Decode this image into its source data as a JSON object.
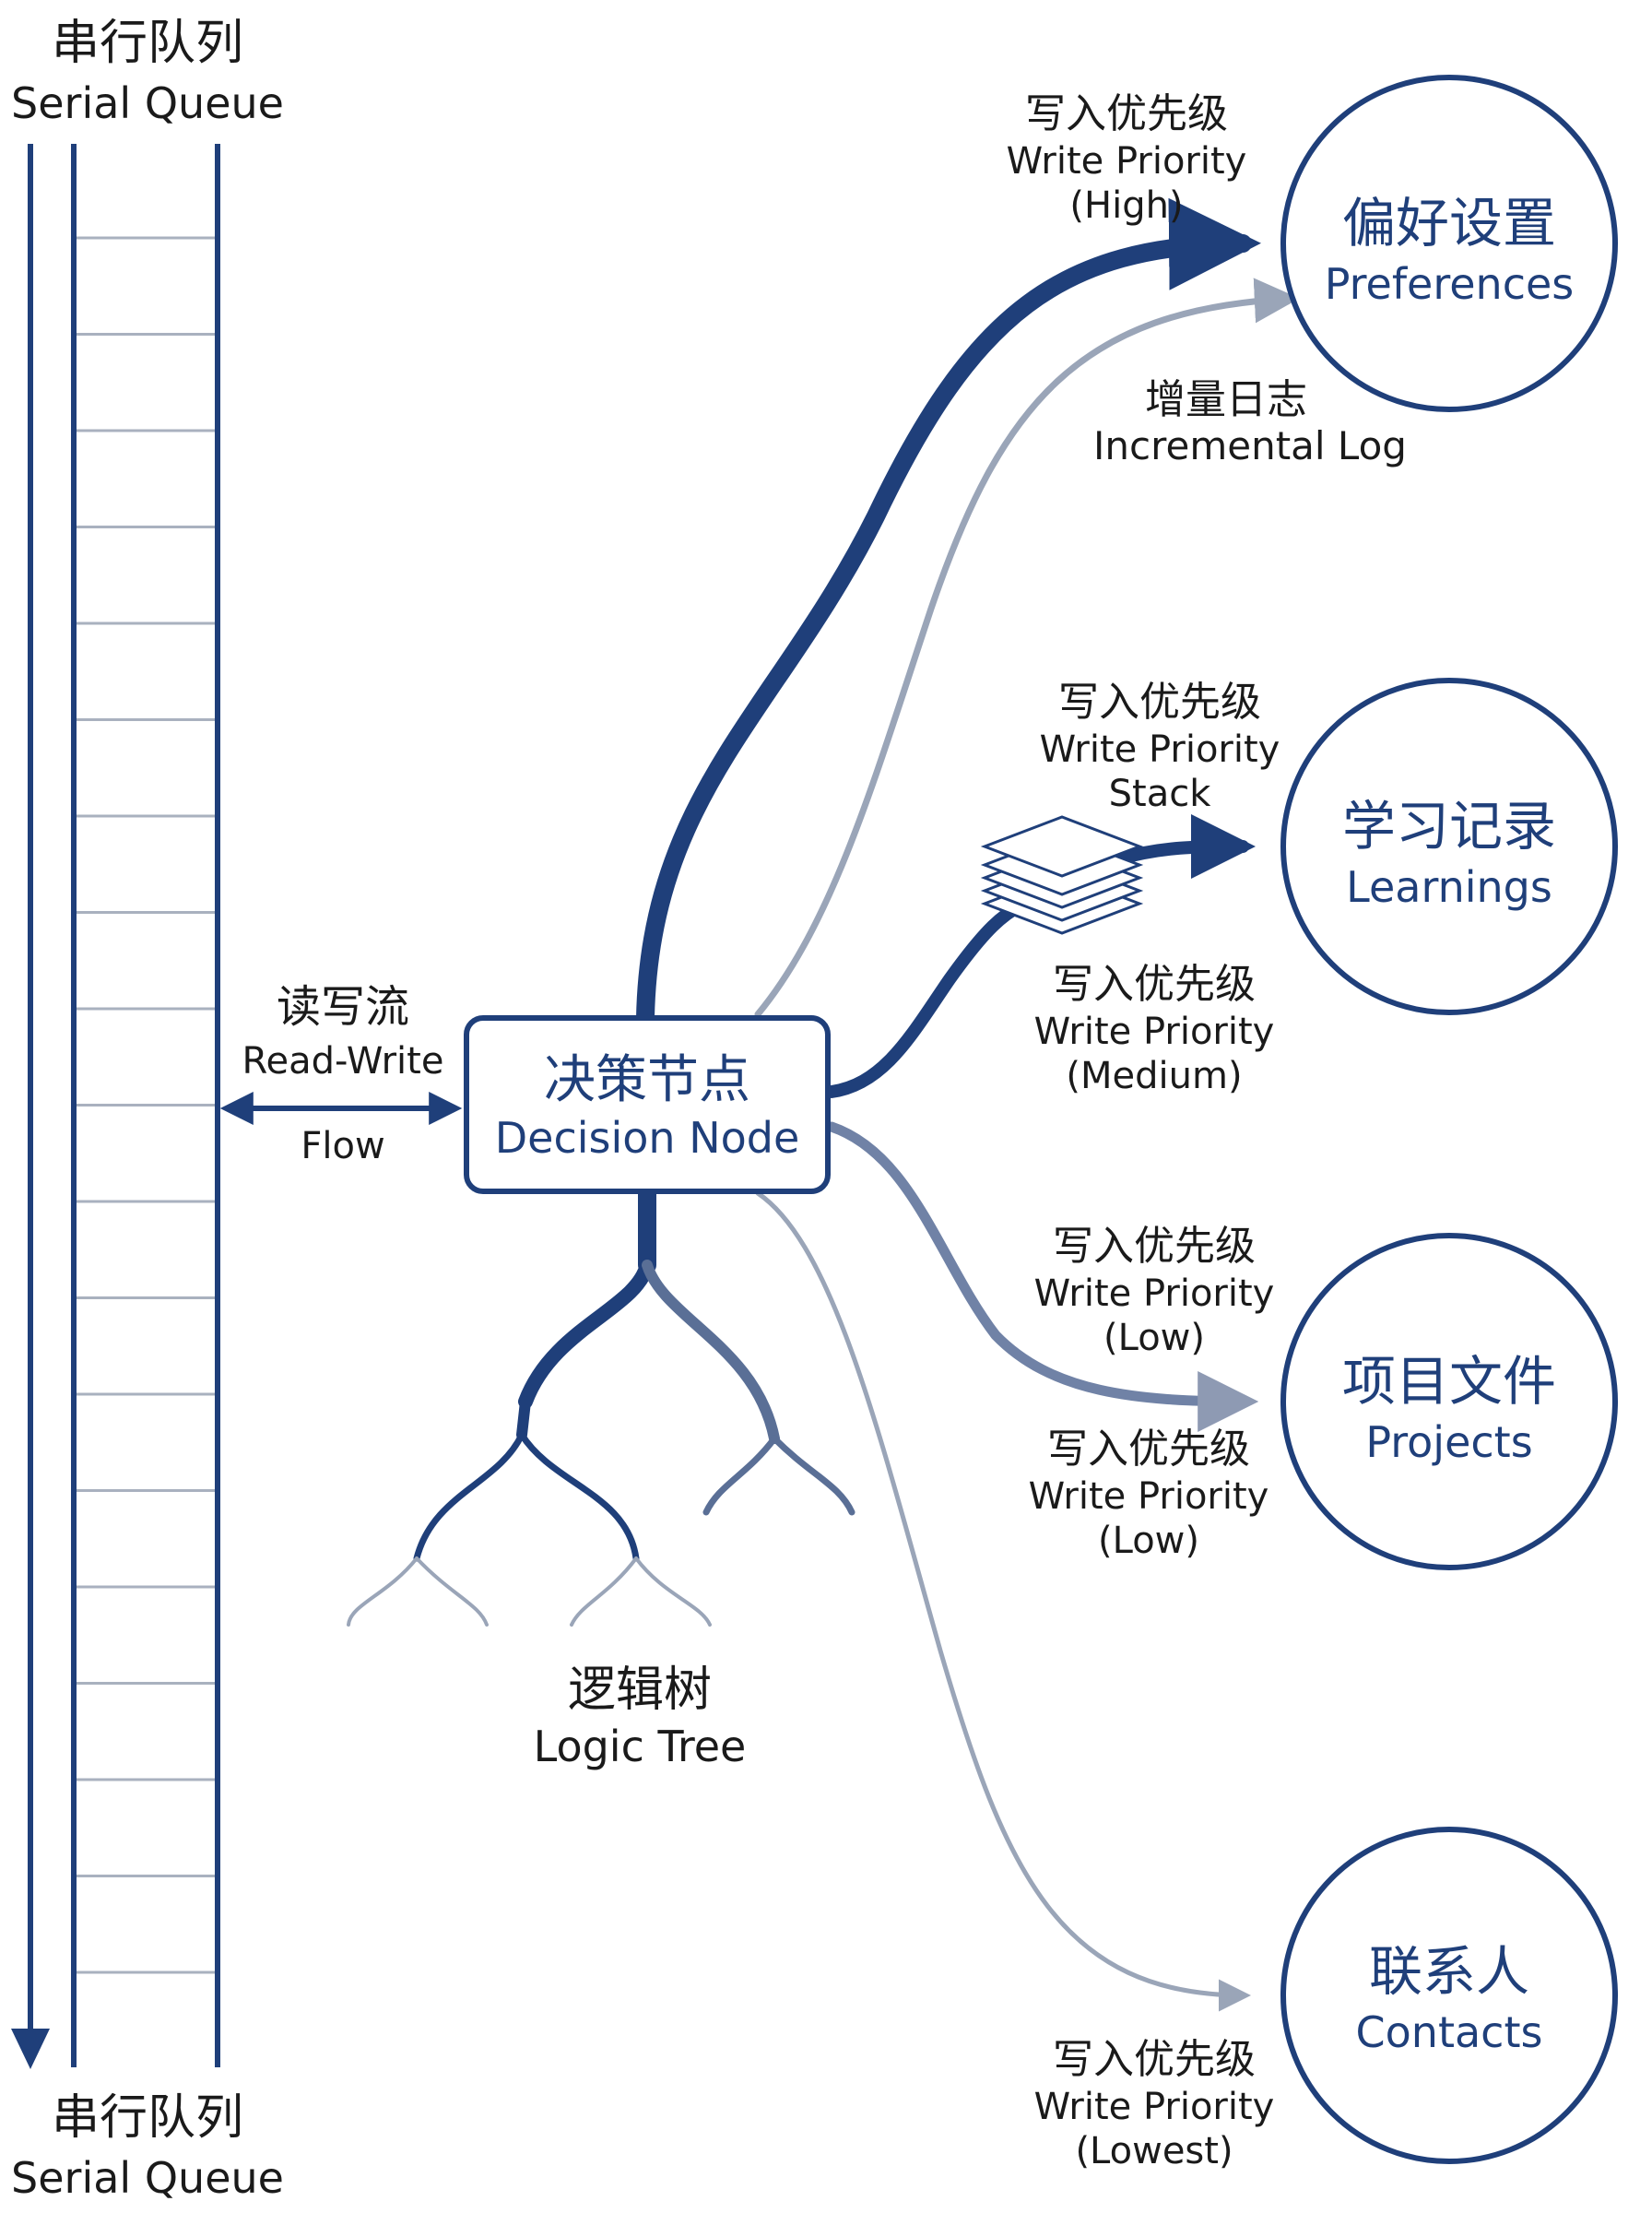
{
  "queue": {
    "title_zh": "串行队列",
    "title_en": "Serial Queue",
    "bottom_title_zh": "串行队列",
    "bottom_title_en": "Serial Queue"
  },
  "flow": {
    "label_zh": "读写流",
    "label_en_1": "Read-Write",
    "label_en_2": "Flow"
  },
  "decision": {
    "label_zh": "决策节点",
    "label_en": "Decision Node"
  },
  "tree": {
    "label_zh": "逻辑树",
    "label_en": "Logic Tree"
  },
  "targets": {
    "preferences": {
      "zh": "偏好设置",
      "en": "Preferences"
    },
    "learnings": {
      "zh": "学习记录",
      "en": "Learnings"
    },
    "projects": {
      "zh": "项目文件",
      "en": "Projects"
    },
    "contacts": {
      "zh": "联系人",
      "en": "Contacts"
    }
  },
  "edges": {
    "high": {
      "l1": "写入优先级",
      "l2": "Write Priority",
      "l3": "(High)"
    },
    "inc": {
      "l1": "增量日志",
      "l2": "Incremental Log"
    },
    "stack": {
      "l1": "写入优先级",
      "l2": "Write Priority",
      "l3": "Stack"
    },
    "medium": {
      "l1": "写入优先级",
      "l2": "Write Priority",
      "l3": "(Medium)"
    },
    "low1": {
      "l1": "写入优先级",
      "l2": "Write Priority",
      "l3": "(Low)"
    },
    "low2": {
      "l1": "写入优先级",
      "l2": "Write Priority",
      "l3": "(Low)"
    },
    "lowest": {
      "l1": "写入优先级",
      "l2": "Write Priority",
      "l3": "(Lowest)"
    }
  },
  "colors": {
    "navy": "#1f3f7a",
    "mid": "#5a6f96",
    "light": "#9aa5b8",
    "rung": "#a9b1bf"
  }
}
